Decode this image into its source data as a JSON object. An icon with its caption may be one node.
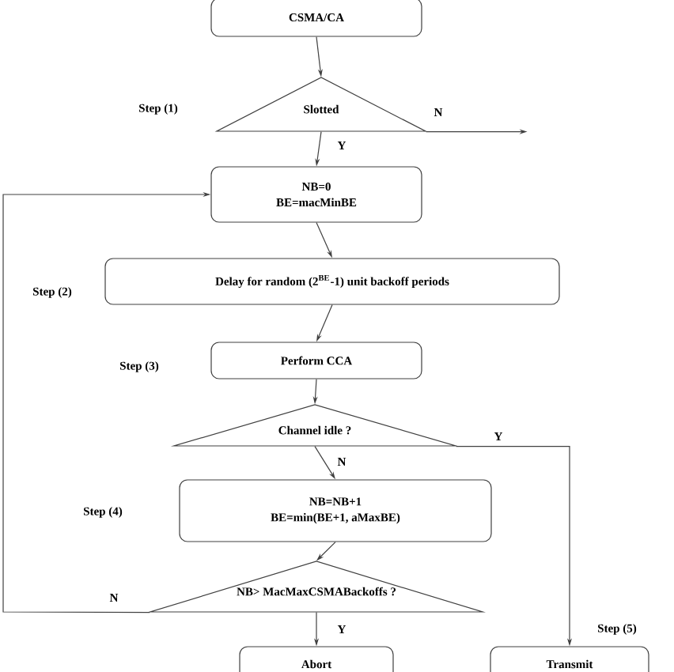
{
  "diagram": {
    "nodes": [
      {
        "text": [
          "CSMA/CA"
        ]
      },
      {
        "text": [
          "Slotted"
        ]
      },
      {
        "text": [
          "NB=0",
          "BE=macMinBE"
        ]
      },
      {
        "text": [
          "Delay for random (2$^{BE}$-1) unit backoff periods"
        ]
      },
      {
        "text": [
          "Perform CCA"
        ]
      },
      {
        "text": [
          "Channel idle ?"
        ]
      },
      {
        "text": [
          "NB=NB+1",
          "BE=min(BE+1, aMaxBE)"
        ]
      },
      {
        "text": [
          "NB> MacMaxCSMABackoffs ?"
        ]
      },
      {
        "text": [
          "Abort"
        ]
      },
      {
        "text": [
          "Transmit"
        ]
      }
    ],
    "edges": [
      {
        "from": 0,
        "to": 1,
        "arrow": "to"
      },
      {
        "from": 1,
        "to": 2,
        "arrow": "to",
        "label": "Y"
      },
      {
        "from": 1,
        "to": null,
        "arrow": "to",
        "label": "N"
      },
      {
        "from": 2,
        "to": 3,
        "arrow": "to"
      },
      {
        "from": 3,
        "to": 4,
        "arrow": "to"
      },
      {
        "from": 4,
        "to": 5,
        "arrow": "to"
      },
      {
        "from": 5,
        "to": 6,
        "arrow": "to",
        "label": "N"
      },
      {
        "from": 5,
        "to": 9,
        "arrow": "to",
        "label": "Y"
      },
      {
        "from": 6,
        "to": 7,
        "arrow": "to"
      },
      {
        "from": 7,
        "to": 8,
        "arrow": "to",
        "label": "Y"
      },
      {
        "from": 7,
        "to": 2,
        "arrow": "to",
        "label": "N"
      }
    ],
    "labels": [
      "Step (1)",
      "Step (2)",
      "Step (3)",
      "Step (4)",
      "Step (5)"
    ]
  }
}
